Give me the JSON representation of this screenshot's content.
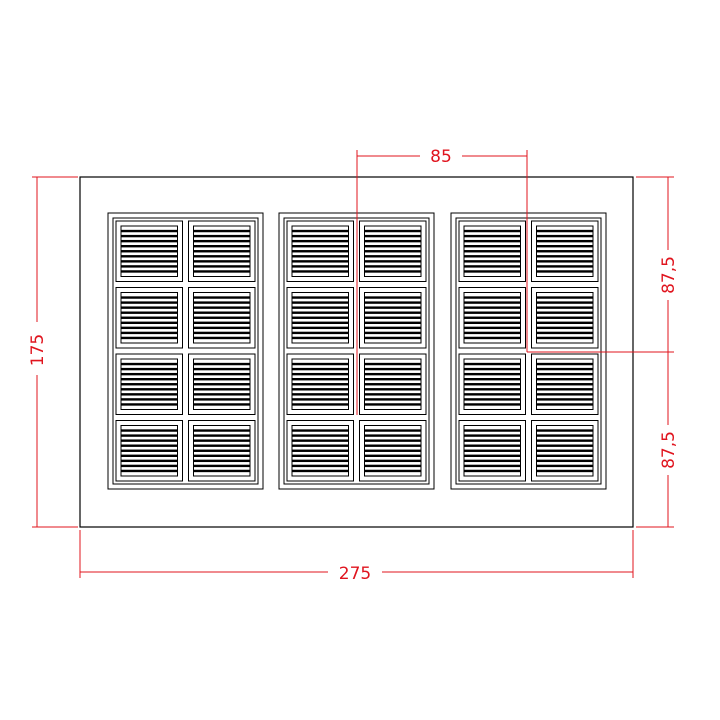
{
  "drawing": {
    "colors": {
      "outline": "#000000",
      "dimension": "#e0141e",
      "background": "#ffffff"
    },
    "mold": {
      "cavities": 3,
      "cells_per_cavity_cols": 2,
      "cells_per_cavity_rows": 4
    },
    "dimensions": {
      "overall_width": "275",
      "overall_height": "175",
      "cavity_pitch": "85",
      "half_height_top": "87,5",
      "half_height_bottom": "87,5"
    }
  }
}
